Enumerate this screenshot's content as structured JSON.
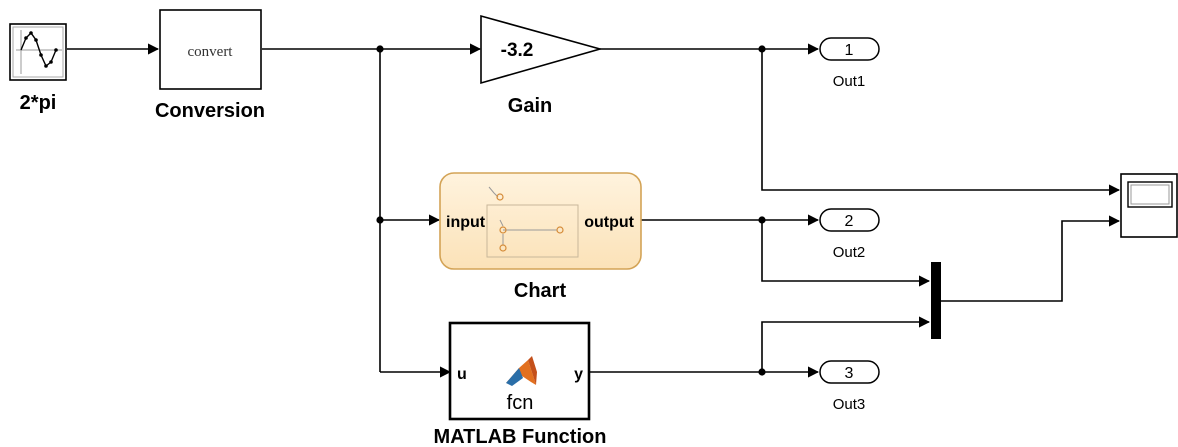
{
  "blocks": {
    "sine": {
      "label": "2*pi"
    },
    "conversion": {
      "label": "Conversion",
      "inner_text": "convert"
    },
    "gain": {
      "label": "Gain",
      "value": "-3.2"
    },
    "chart": {
      "label": "Chart",
      "input_port": "input",
      "output_port": "output"
    },
    "matlab_function": {
      "label": "MATLAB Function",
      "inner_text": "fcn",
      "input_port": "u",
      "output_port": "y"
    },
    "out1": {
      "number": "1",
      "label": "Out1"
    },
    "out2": {
      "number": "2",
      "label": "Out2"
    },
    "out3": {
      "number": "3",
      "label": "Out3"
    }
  },
  "colors": {
    "chart_fill": "#fdebc8",
    "chart_border": "#d9a95a",
    "matlab_logo_orange": "#e2701f",
    "matlab_logo_blue": "#2a6ea8"
  },
  "icons": {
    "sine": "sine-wave-icon",
    "scope": "scope-icon",
    "mux": "mux-bar-icon",
    "matlab": "matlab-logo-icon",
    "stateflow": "stateflow-chart-icon"
  }
}
